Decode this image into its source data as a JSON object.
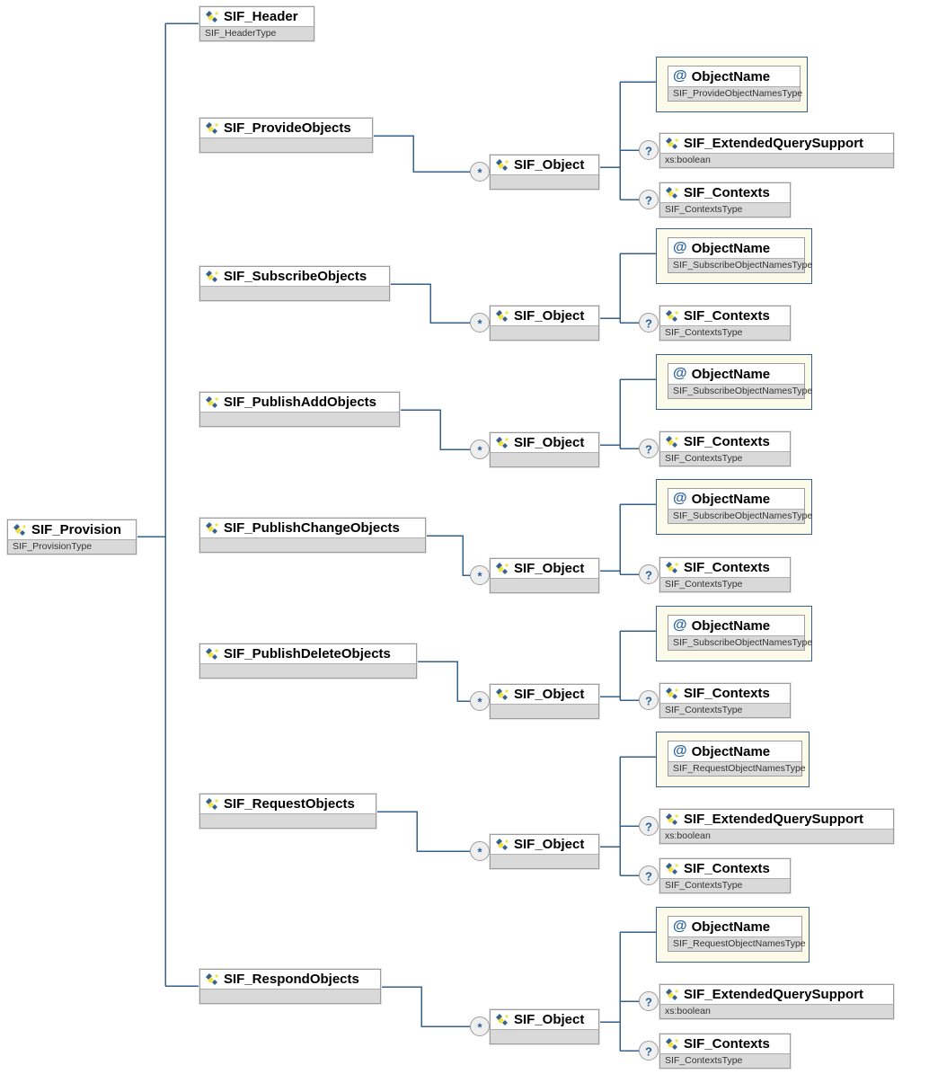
{
  "diagram": {
    "root": {
      "label": "SIF_Provision",
      "type": "SIF_ProvisionType"
    },
    "children": [
      {
        "kind": "element",
        "label": "SIF_Header",
        "type": "SIF_HeaderType"
      },
      {
        "kind": "element",
        "label": "SIF_ProvideObjects",
        "type": "",
        "object": {
          "label": "SIF_Object",
          "type": "",
          "occurrence": "*",
          "children": [
            {
              "kind": "attribute",
              "label": "ObjectName",
              "type": "SIF_ProvideObjectNamesType"
            },
            {
              "kind": "element",
              "occurrence": "?",
              "label": "SIF_ExtendedQuerySupport",
              "type": "xs:boolean"
            },
            {
              "kind": "element",
              "occurrence": "?",
              "label": "SIF_Contexts",
              "type": "SIF_ContextsType"
            }
          ]
        }
      },
      {
        "kind": "element",
        "label": "SIF_SubscribeObjects",
        "type": "",
        "object": {
          "label": "SIF_Object",
          "type": "",
          "occurrence": "*",
          "children": [
            {
              "kind": "attribute",
              "label": "ObjectName",
              "type": "SIF_SubscribeObjectNamesType"
            },
            {
              "kind": "element",
              "occurrence": "?",
              "label": "SIF_Contexts",
              "type": "SIF_ContextsType"
            }
          ]
        }
      },
      {
        "kind": "element",
        "label": "SIF_PublishAddObjects",
        "type": "",
        "object": {
          "label": "SIF_Object",
          "type": "",
          "occurrence": "*",
          "children": [
            {
              "kind": "attribute",
              "label": "ObjectName",
              "type": "SIF_SubscribeObjectNamesType"
            },
            {
              "kind": "element",
              "occurrence": "?",
              "label": "SIF_Contexts",
              "type": "SIF_ContextsType"
            }
          ]
        }
      },
      {
        "kind": "element",
        "label": "SIF_PublishChangeObjects",
        "type": "",
        "object": {
          "label": "SIF_Object",
          "type": "",
          "occurrence": "*",
          "children": [
            {
              "kind": "attribute",
              "label": "ObjectName",
              "type": "SIF_SubscribeObjectNamesType"
            },
            {
              "kind": "element",
              "occurrence": "?",
              "label": "SIF_Contexts",
              "type": "SIF_ContextsType"
            }
          ]
        }
      },
      {
        "kind": "element",
        "label": "SIF_PublishDeleteObjects",
        "type": "",
        "object": {
          "label": "SIF_Object",
          "type": "",
          "occurrence": "*",
          "children": [
            {
              "kind": "attribute",
              "label": "ObjectName",
              "type": "SIF_SubscribeObjectNamesType"
            },
            {
              "kind": "element",
              "occurrence": "?",
              "label": "SIF_Contexts",
              "type": "SIF_ContextsType"
            }
          ]
        }
      },
      {
        "kind": "element",
        "label": "SIF_RequestObjects",
        "type": "",
        "object": {
          "label": "SIF_Object",
          "type": "",
          "occurrence": "*",
          "children": [
            {
              "kind": "attribute",
              "label": "ObjectName",
              "type": "SIF_RequestObjectNamesType"
            },
            {
              "kind": "element",
              "occurrence": "?",
              "label": "SIF_ExtendedQuerySupport",
              "type": "xs:boolean"
            },
            {
              "kind": "element",
              "occurrence": "?",
              "label": "SIF_Contexts",
              "type": "SIF_ContextsType"
            }
          ]
        }
      },
      {
        "kind": "element",
        "label": "SIF_RespondObjects",
        "type": "",
        "object": {
          "label": "SIF_Object",
          "type": "",
          "occurrence": "*",
          "children": [
            {
              "kind": "attribute",
              "label": "ObjectName",
              "type": "SIF_RequestObjectNamesType"
            },
            {
              "kind": "element",
              "occurrence": "?",
              "label": "SIF_ExtendedQuerySupport",
              "type": "xs:boolean"
            },
            {
              "kind": "element",
              "occurrence": "?",
              "label": "SIF_Contexts",
              "type": "SIF_ContextsType"
            }
          ]
        }
      }
    ],
    "colors": {
      "connector": "#36618c",
      "attr_container_bg": "#fcfae9",
      "type_band_bg": "#d9d9d9",
      "badge_text": "#2a6099"
    }
  }
}
